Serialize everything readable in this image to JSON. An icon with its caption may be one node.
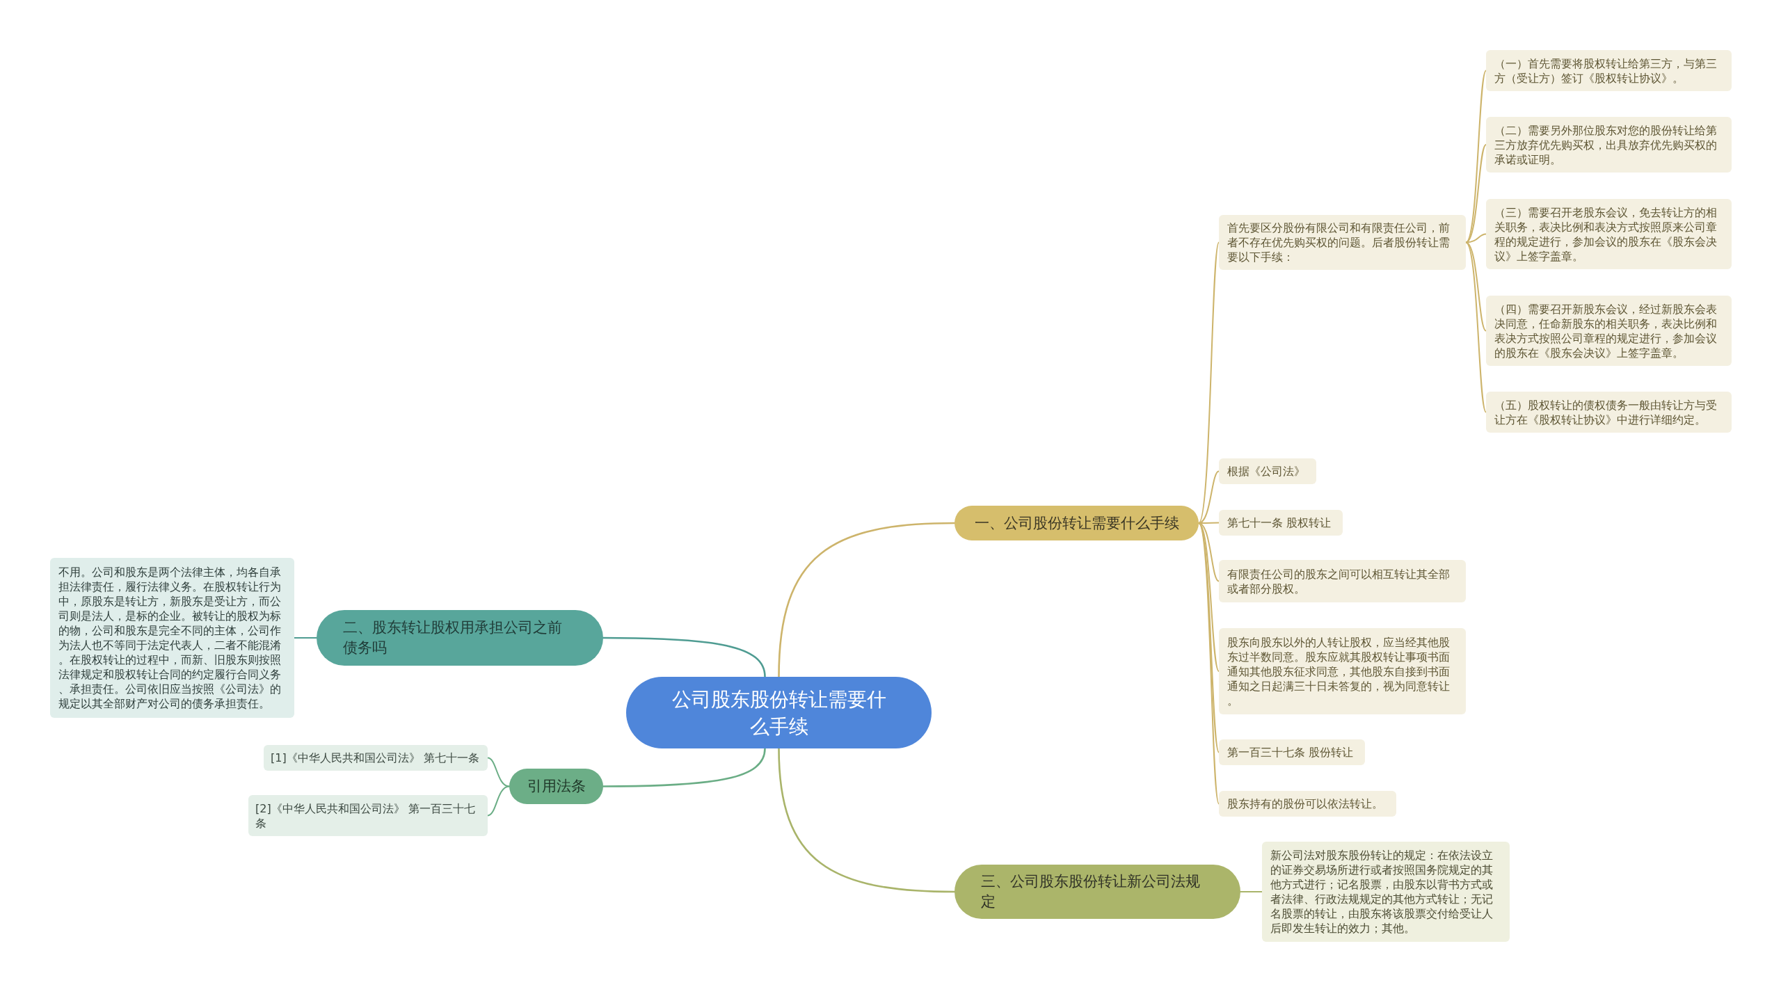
{
  "diagram": {
    "nodes": [
      {
        "text": [
          "公司股东股份转让需要什么手续"
        ]
      },
      {
        "text": [
          "一、公司股份转让需要什么手续"
        ]
      },
      {
        "text": [
          "首先要区分股份有限公司和有限责任公司，前者不存在优先购买权的问题。后者股份转让需要以下手续："
        ]
      },
      {
        "text": [
          "（一）首先需要将股权转让给第三方，与第三方（受让方）签订《股权转让协议》。"
        ]
      },
      {
        "text": [
          "（二）需要另外那位股东对您的股份转让给第三方放弃优先购买权，出具放弃优先购买权的承诺或证明。"
        ]
      },
      {
        "text": [
          "（三）需要召开老股东会议，免去转让方的相关职务，表决比例和表决方式按照原来公司章程的规定进行，参加会议的股东在《股东会决议》上签字盖章。"
        ]
      },
      {
        "text": [
          "（四）需要召开新股东会议，经过新股东会表决同意，任命新股东的相关职务，表决比例和表决方式按照公司章程的规定进行，参加会议的股东在《股东会决议》上签字盖章。"
        ]
      },
      {
        "text": [
          "（五）股权转让的债权债务一般由转让方与受让方在《股权转让协议》中进行详细约定。"
        ]
      },
      {
        "text": [
          "根据《公司法》"
        ]
      },
      {
        "text": [
          "第七十一条 股权转让"
        ]
      },
      {
        "text": [
          "有限责任公司的股东之间可以相互转让其全部或者部分股权。"
        ]
      },
      {
        "text": [
          "股东向股东以外的人转让股权，应当经其他股东过半数同意。股东应就其股权转让事项书面通知其他股东征求同意，其他股东自接到书面通知之日起满三十日未答复的，视为同意转让。"
        ]
      },
      {
        "text": [
          "第一百三十七条 股份转让"
        ]
      },
      {
        "text": [
          "股东持有的股份可以依法转让。"
        ]
      },
      {
        "text": [
          "三、公司股东股份转让新公司法规定"
        ]
      },
      {
        "text": [
          "新公司法对股东股份转让的规定：在依法设立的证券交易场所进行或者按照国务院规定的其他方式进行；记名股票，由股东以背书方式或者法律、行政法规规定的其他方式转让；无记名股票的转让，由股东将该股票交付给受让人后即发生转让的效力；其他。"
        ]
      },
      {
        "text": [
          "二、股东转让股权用承担公司之前债务吗"
        ]
      },
      {
        "text": [
          "不用。公司和股东是两个法律主体，均各自承担法律责任，履行法律义务。在股权转让行为中，原股东是转让方，新股东是受让方，而公司则是法人，是标的企业。被转让的股权为标的物，公司和股东是完全不同的主体，公司作为法人也不等同于法定代表人，二者不能混淆。在股权转让的过程中，而新、旧股东则按照法律规定和股权转让合同的约定履行合同义务、承担责任。公司依旧应当按照《公司法》的规定以其全部财产对公司的债务承担责任。"
        ]
      },
      {
        "text": [
          "引用法条"
        ]
      },
      {
        "text": [
          "[1]《中华人民共和国公司法》 第七十一条"
        ]
      },
      {
        "text": [
          "[2]《中华人民共和国公司法》 第一百三十七条"
        ]
      }
    ],
    "edges": [
      {
        "from": 0,
        "to": 1,
        "arrow": "none"
      },
      {
        "from": 1,
        "to": 2,
        "arrow": "none"
      },
      {
        "from": 2,
        "to": 3,
        "arrow": "none"
      },
      {
        "from": 2,
        "to": 4,
        "arrow": "none"
      },
      {
        "from": 2,
        "to": 5,
        "arrow": "none"
      },
      {
        "from": 2,
        "to": 6,
        "arrow": "none"
      },
      {
        "from": 2,
        "to": 7,
        "arrow": "none"
      },
      {
        "from": 1,
        "to": 8,
        "arrow": "none"
      },
      {
        "from": 1,
        "to": 9,
        "arrow": "none"
      },
      {
        "from": 1,
        "to": 10,
        "arrow": "none"
      },
      {
        "from": 1,
        "to": 11,
        "arrow": "none"
      },
      {
        "from": 1,
        "to": 12,
        "arrow": "none"
      },
      {
        "from": 1,
        "to": 13,
        "arrow": "none"
      },
      {
        "from": 0,
        "to": 14,
        "arrow": "none",
        "color": "#a9b46a"
      },
      {
        "from": 14,
        "to": 15,
        "arrow": "none",
        "color": "#a9b46a"
      },
      {
        "from": 0,
        "to": 16,
        "arrow": "none",
        "color": "#4f9c92"
      },
      {
        "from": 16,
        "to": 17,
        "arrow": "none",
        "color": "#4f9c92"
      },
      {
        "from": 0,
        "to": 18,
        "arrow": "none",
        "color": "#6aad85"
      },
      {
        "from": 18,
        "to": 19,
        "arrow": "none",
        "color": "#6aad85"
      },
      {
        "from": 18,
        "to": 20,
        "arrow": "none",
        "color": "#6aad85"
      }
    ]
  }
}
